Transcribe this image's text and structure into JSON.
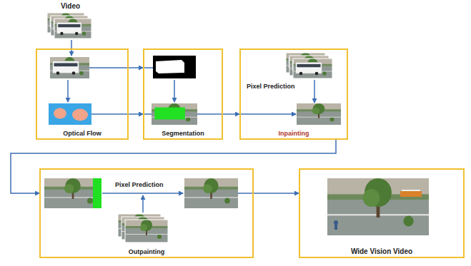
{
  "diagram": {
    "nodes": [
      {
        "text": [
          "Optical Flow"
        ]
      },
      {
        "text": [
          "Segmentation"
        ]
      },
      {
        "text": [
          "Inpainting"
        ]
      },
      {
        "text": [
          "Outpainting"
        ]
      },
      {
        "text": [
          "Wide Vision Video"
        ]
      }
    ],
    "edges": [
      {
        "from": 0,
        "to": 1,
        "arrow": "to"
      },
      {
        "from": 0,
        "to": 1,
        "arrow": "to"
      },
      {
        "from": 1,
        "to": 2,
        "arrow": "to"
      },
      {
        "from": 2,
        "to": 3,
        "arrow": "to"
      },
      {
        "from": 3,
        "to": 4,
        "arrow": "to"
      }
    ],
    "labels": [
      "Video",
      "Pixel Prediction",
      "Pixel Prediction"
    ]
  }
}
